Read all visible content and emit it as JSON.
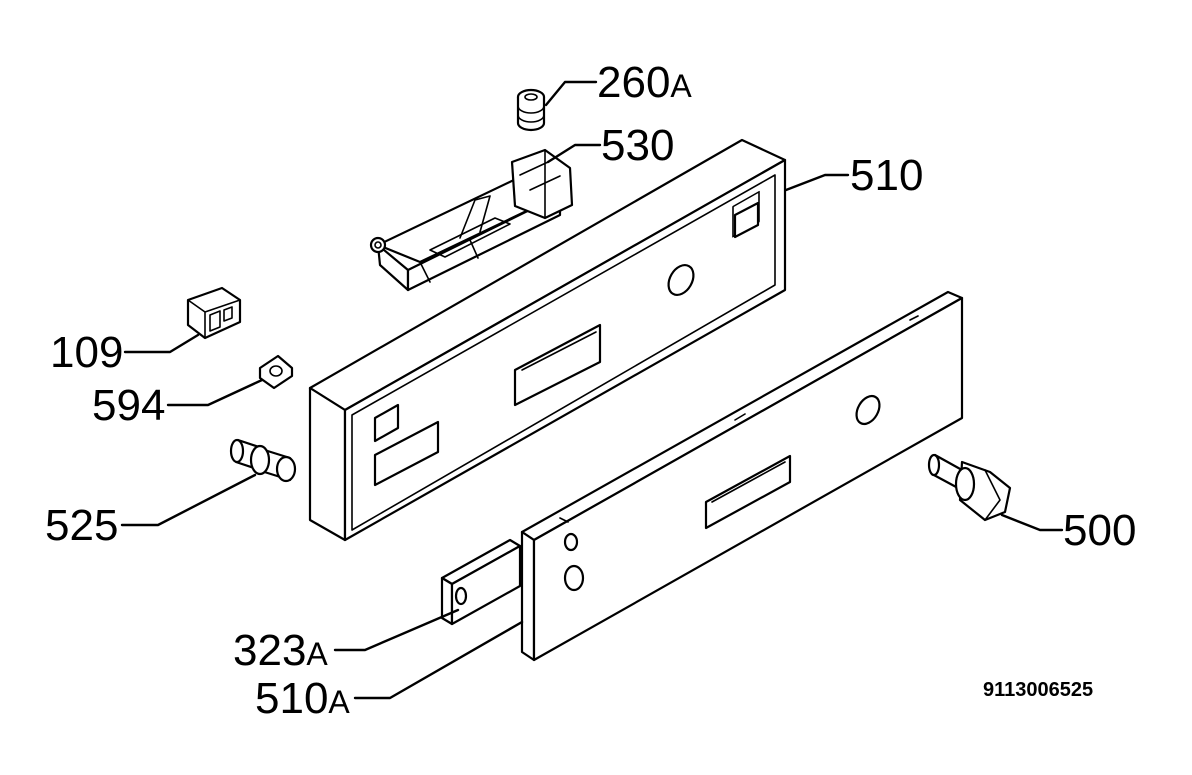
{
  "callouts": {
    "c260a": {
      "number": "260",
      "suffix": "A"
    },
    "c530": {
      "number": "530",
      "suffix": ""
    },
    "c510": {
      "number": "510",
      "suffix": ""
    },
    "c109": {
      "number": "109",
      "suffix": ""
    },
    "c594": {
      "number": "594",
      "suffix": ""
    },
    "c525": {
      "number": "525",
      "suffix": ""
    },
    "c500": {
      "number": "500",
      "suffix": ""
    },
    "c323a": {
      "number": "323",
      "suffix": "A"
    },
    "c510a": {
      "number": "510",
      "suffix": "A"
    }
  },
  "document_number": "9113006525"
}
